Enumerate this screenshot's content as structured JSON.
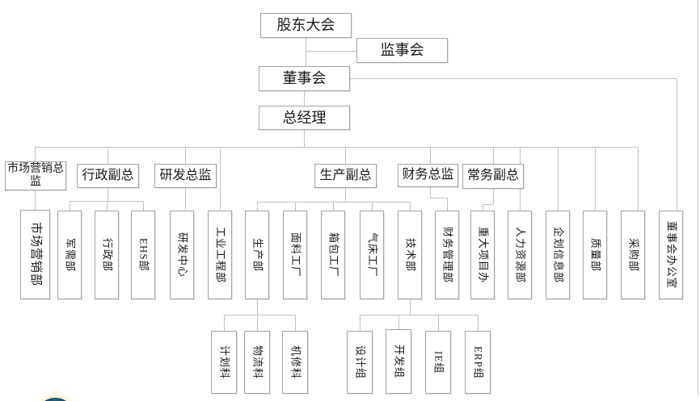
{
  "canvas": {
    "background": "#ffffff",
    "line_color": "#c2c2c2",
    "box_border_color": "#a3a3a3",
    "text_color": "#1a1a1a",
    "logo_color": "#16394d"
  },
  "chart_title": "",
  "nodes": [
    {
      "id": "shareholders-meeting",
      "label": "股东大会",
      "level": 1,
      "parent": null
    },
    {
      "id": "supervisory-board",
      "label": "监事会",
      "level": 1,
      "parent": "shareholders-meeting"
    },
    {
      "id": "board-of-directors",
      "label": "董事会",
      "level": 1,
      "parent": "shareholders-meeting"
    },
    {
      "id": "general-manager",
      "label": "总经理",
      "level": 1,
      "parent": "board-of-directors"
    },
    {
      "id": "marketing-director",
      "label": "市场营销总监",
      "level": 2,
      "parent": "general-manager"
    },
    {
      "id": "admin-vp",
      "label": "行政副总",
      "level": 2,
      "parent": "general-manager"
    },
    {
      "id": "rd-director",
      "label": "研发总监",
      "level": 2,
      "parent": "general-manager"
    },
    {
      "id": "production-vp",
      "label": "生产副总",
      "level": 2,
      "parent": "general-manager"
    },
    {
      "id": "finance-director",
      "label": "财务总监",
      "level": 2,
      "parent": "general-manager"
    },
    {
      "id": "executive-vp",
      "label": "常务副总",
      "level": 2,
      "parent": "general-manager"
    },
    {
      "id": "marketing-dept",
      "label": "市场营销部",
      "level": 3,
      "parent": "marketing-director"
    },
    {
      "id": "military-supply-dept",
      "label": "军需部",
      "level": 3,
      "parent": "admin-vp"
    },
    {
      "id": "admin-dept",
      "label": "行政部",
      "level": 3,
      "parent": "admin-vp"
    },
    {
      "id": "ehs-dept",
      "label": "EHS部",
      "level": 3,
      "parent": "admin-vp"
    },
    {
      "id": "rd-center",
      "label": "研发中心",
      "level": 3,
      "parent": "rd-director"
    },
    {
      "id": "industrial-engineering-dept",
      "label": "工业工程部",
      "level": 3,
      "parent": "general-manager"
    },
    {
      "id": "production-dept",
      "label": "生产部",
      "level": 3,
      "parent": "production-vp"
    },
    {
      "id": "fabric-factory",
      "label": "面料工厂",
      "level": 3,
      "parent": "production-vp"
    },
    {
      "id": "luggage-factory",
      "label": "箱包工厂",
      "level": 3,
      "parent": "production-vp"
    },
    {
      "id": "airbed-factory",
      "label": "气床工厂",
      "level": 3,
      "parent": "production-vp"
    },
    {
      "id": "technology-dept",
      "label": "技术部",
      "level": 3,
      "parent": "production-vp"
    },
    {
      "id": "finance-management-dept",
      "label": "财务管理部",
      "level": 3,
      "parent": "finance-director"
    },
    {
      "id": "major-projects-office",
      "label": "重大项目办",
      "level": 3,
      "parent": "executive-vp"
    },
    {
      "id": "hr-dept",
      "label": "人力资源部",
      "level": 3,
      "parent": "general-manager"
    },
    {
      "id": "planning-info-dept",
      "label": "企划信息部",
      "level": 3,
      "parent": "general-manager"
    },
    {
      "id": "quality-dept",
      "label": "质量部",
      "level": 3,
      "parent": "general-manager"
    },
    {
      "id": "purchasing-dept",
      "label": "采购部",
      "level": 3,
      "parent": "general-manager"
    },
    {
      "id": "board-office",
      "label": "董事会办公室",
      "level": 3,
      "parent": "board-of-directors"
    },
    {
      "id": "planning-section",
      "label": "计划科",
      "level": 4,
      "parent": "production-dept"
    },
    {
      "id": "logistics-section",
      "label": "物流科",
      "level": 4,
      "parent": "production-dept"
    },
    {
      "id": "machine-repair-section",
      "label": "机修科",
      "level": 4,
      "parent": "production-dept"
    },
    {
      "id": "design-group",
      "label": "设计组",
      "level": 4,
      "parent": "technology-dept"
    },
    {
      "id": "development-group",
      "label": "开发组",
      "level": 4,
      "parent": "technology-dept"
    },
    {
      "id": "ie-group",
      "label": "IE组",
      "level": 4,
      "parent": "technology-dept"
    },
    {
      "id": "erp-group",
      "label": "ERP组",
      "level": 4,
      "parent": "technology-dept"
    }
  ]
}
